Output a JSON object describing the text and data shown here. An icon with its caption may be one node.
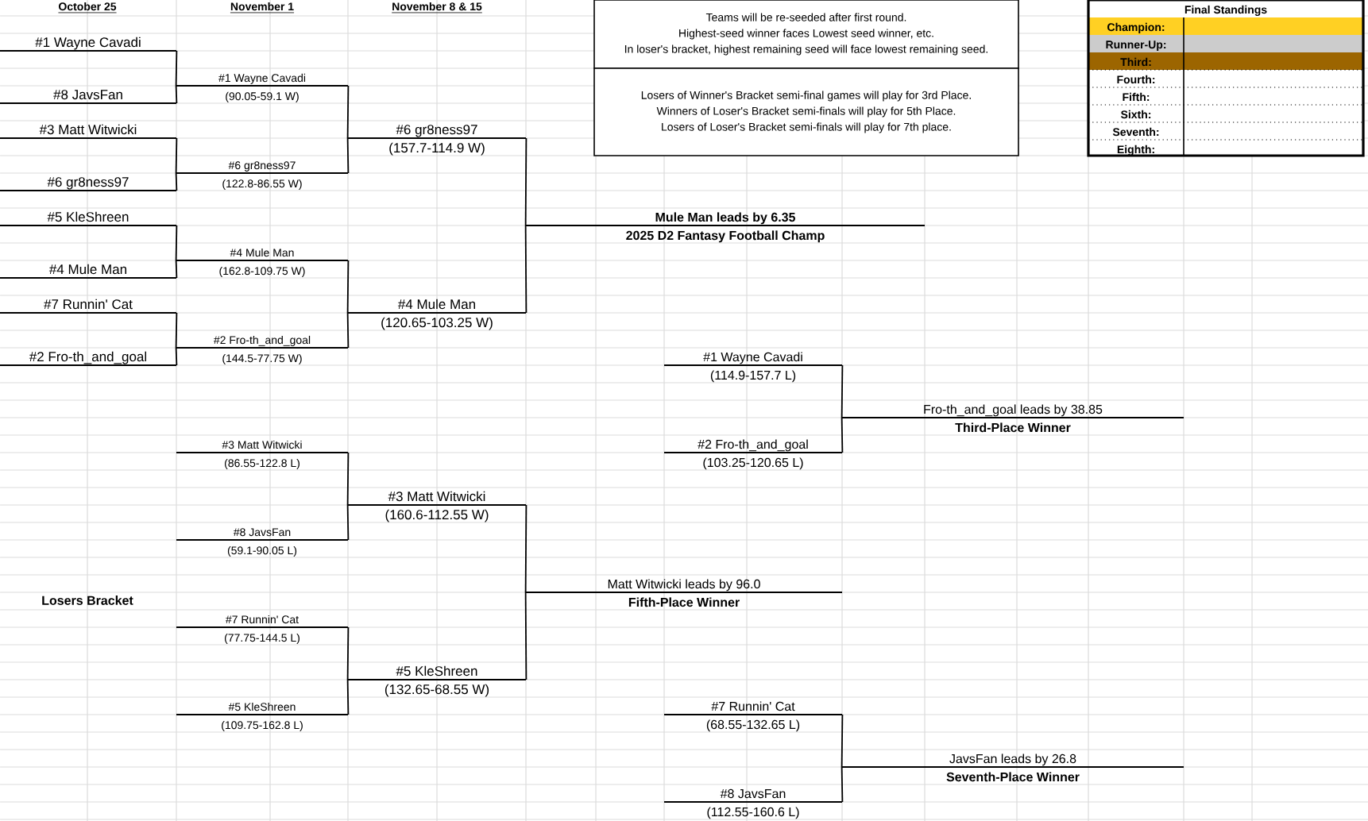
{
  "diagram": {
    "nodes": [
      {
        "text": [
          "#1 Wayne Cavadi"
        ]
      },
      {
        "text": [
          "#8 JavsFan"
        ]
      },
      {
        "text": [
          "#3 Matt Witwicki"
        ]
      },
      {
        "text": [
          "#6 gr8ness97"
        ]
      },
      {
        "text": [
          "#5 KleShreen"
        ]
      },
      {
        "text": [
          "#4 Mule Man"
        ]
      },
      {
        "text": [
          "#7 Runnin' Cat"
        ]
      },
      {
        "text": [
          "#2 Fro-th_and_goal"
        ]
      },
      {
        "text": [
          "#1 Wayne Cavadi",
          "(90.05-59.1 W)"
        ]
      },
      {
        "text": [
          "#6 gr8ness97",
          "(122.8-86.55 W)"
        ]
      },
      {
        "text": [
          "#4 Mule Man",
          "(162.8-109.75 W)"
        ]
      },
      {
        "text": [
          "#2 Fro-th_and_goal",
          "(144.5-77.75 W)"
        ]
      },
      {
        "text": [
          "#6 gr8ness97",
          "(157.7-114.9 W)"
        ]
      },
      {
        "text": [
          "#4 Mule Man",
          "(120.65-103.25 W)"
        ]
      },
      {
        "text": [
          "Mule Man leads by 6.35",
          "2025 D2 Fantasy Football Champ"
        ]
      },
      {
        "text": [
          "#1 Wayne Cavadi",
          "(114.9-157.7 L)"
        ]
      },
      {
        "text": [
          "#2 Fro-th_and_goal",
          "(103.25-120.65 L)"
        ]
      },
      {
        "text": [
          "Fro-th_and_goal leads by 38.85",
          "Third-Place Winner"
        ]
      },
      {
        "text": [
          "#3 Matt Witwicki",
          "(86.55-122.8 L)"
        ]
      },
      {
        "text": [
          "#8 JavsFan",
          "(59.1-90.05 L)"
        ]
      },
      {
        "text": [
          "#7 Runnin' Cat",
          "(77.75-144.5 L)"
        ]
      },
      {
        "text": [
          "#5 KleShreen",
          "(109.75-162.8 L)"
        ]
      },
      {
        "text": [
          "#3 Matt Witwicki",
          "(160.6-112.55 W)"
        ]
      },
      {
        "text": [
          "#5 KleShreen",
          "(132.65-68.55 W)"
        ]
      },
      {
        "text": [
          "Matt Witwicki leads by 96.0",
          "Fifth-Place Winner"
        ]
      },
      {
        "text": [
          "#7 Runnin' Cat",
          "(68.55-132.65 L)"
        ]
      },
      {
        "text": [
          "#8 JavsFan",
          "(112.55-160.6 L)"
        ]
      },
      {
        "text": [
          "JavsFan leads by 26.8",
          "Seventh-Place Winner"
        ]
      },
      {
        "text": [
          "Teams will be re-seeded after first round.",
          "Highest-seed winner faces Lowest seed winner, etc.",
          "In loser's bracket, highest remaining seed will face lowest remaining seed."
        ]
      },
      {
        "text": [
          "Losers of Winner's Bracket semi-final games will play for 3rd Place.",
          "Winners of Loser's Bracket semi-finals will play for 5th Place.",
          "Losers of Loser's Bracket semi-finals will play for 7th place."
        ]
      },
      {
        "text": [
          "Final Standings",
          "Champion:",
          "Runner-Up:",
          "Third:",
          "Fourth:",
          "Fifth:",
          "Sixth:",
          "Seventh:",
          "Eighth:"
        ]
      }
    ],
    "edges": [
      {
        "from": 0,
        "to": 8,
        "arrow": "none"
      },
      {
        "from": 1,
        "to": 8,
        "arrow": "none"
      },
      {
        "from": 2,
        "to": 9,
        "arrow": "none"
      },
      {
        "from": 3,
        "to": 9,
        "arrow": "none"
      },
      {
        "from": 4,
        "to": 10,
        "arrow": "none"
      },
      {
        "from": 5,
        "to": 10,
        "arrow": "none"
      },
      {
        "from": 6,
        "to": 11,
        "arrow": "none"
      },
      {
        "from": 7,
        "to": 11,
        "arrow": "none"
      },
      {
        "from": 8,
        "to": 12,
        "arrow": "none"
      },
      {
        "from": 9,
        "to": 12,
        "arrow": "none"
      },
      {
        "from": 10,
        "to": 13,
        "arrow": "none"
      },
      {
        "from": 11,
        "to": 13,
        "arrow": "none"
      },
      {
        "from": 12,
        "to": 14,
        "arrow": "none"
      },
      {
        "from": 13,
        "to": 14,
        "arrow": "none"
      },
      {
        "from": 15,
        "to": 17,
        "arrow": "none"
      },
      {
        "from": 16,
        "to": 17,
        "arrow": "none"
      },
      {
        "from": 18,
        "to": 22,
        "arrow": "none"
      },
      {
        "from": 19,
        "to": 22,
        "arrow": "none"
      },
      {
        "from": 20,
        "to": 23,
        "arrow": "none"
      },
      {
        "from": 21,
        "to": 23,
        "arrow": "none"
      },
      {
        "from": 22,
        "to": 24,
        "arrow": "none"
      },
      {
        "from": 23,
        "to": 24,
        "arrow": "none"
      },
      {
        "from": 25,
        "to": 27,
        "arrow": "none"
      },
      {
        "from": 26,
        "to": 27,
        "arrow": "none"
      }
    ],
    "labels": [
      "October 25",
      "November 1",
      "November 8 & 15",
      "Losers Bracket"
    ]
  }
}
